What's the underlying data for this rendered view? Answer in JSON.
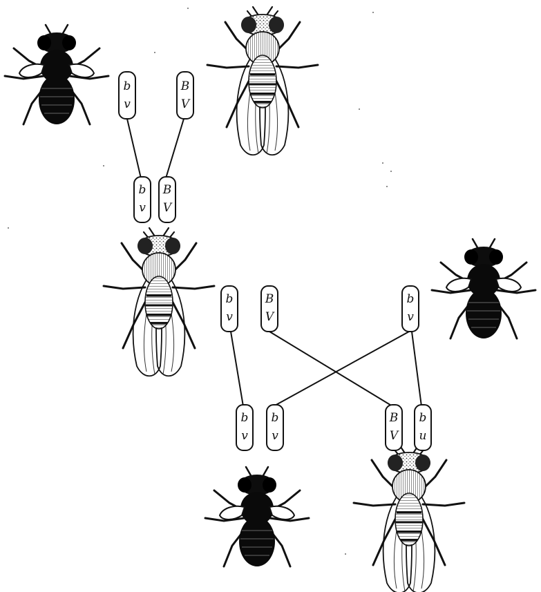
{
  "title": "",
  "colors": {
    "ink": "#111111",
    "paper": "#ffffff"
  },
  "flies": [
    {
      "id": "parent_black_vestigial",
      "body": "black",
      "wings": "vestigial"
    },
    {
      "id": "parent_grey_normal",
      "body": "grey",
      "wings": "normal"
    },
    {
      "id": "f1_grey_normal",
      "body": "grey",
      "wings": "normal"
    },
    {
      "id": "tester_black_vestigial",
      "body": "black",
      "wings": "vestigial"
    },
    {
      "id": "offspring_black_vestigial",
      "body": "black",
      "wings": "vestigial"
    },
    {
      "id": "offspring_grey_normal",
      "body": "grey",
      "wings": "normal"
    }
  ],
  "chromosomes": {
    "p1": {
      "top": "b",
      "bottom": "v"
    },
    "p2": {
      "top": "B",
      "bottom": "V"
    },
    "f1a": {
      "top": "b",
      "bottom": "v"
    },
    "f1b": {
      "top": "B",
      "bottom": "V"
    },
    "g1": {
      "top": "b",
      "bottom": "v"
    },
    "g2": {
      "top": "B",
      "bottom": "V"
    },
    "g3": {
      "top": "b",
      "bottom": "v"
    },
    "o1": {
      "top": "b",
      "bottom": "v"
    },
    "o2": {
      "top": "b",
      "bottom": "v"
    },
    "o3": {
      "top": "B",
      "bottom": "V"
    },
    "o4": {
      "top": "b",
      "bottom": "u"
    }
  }
}
